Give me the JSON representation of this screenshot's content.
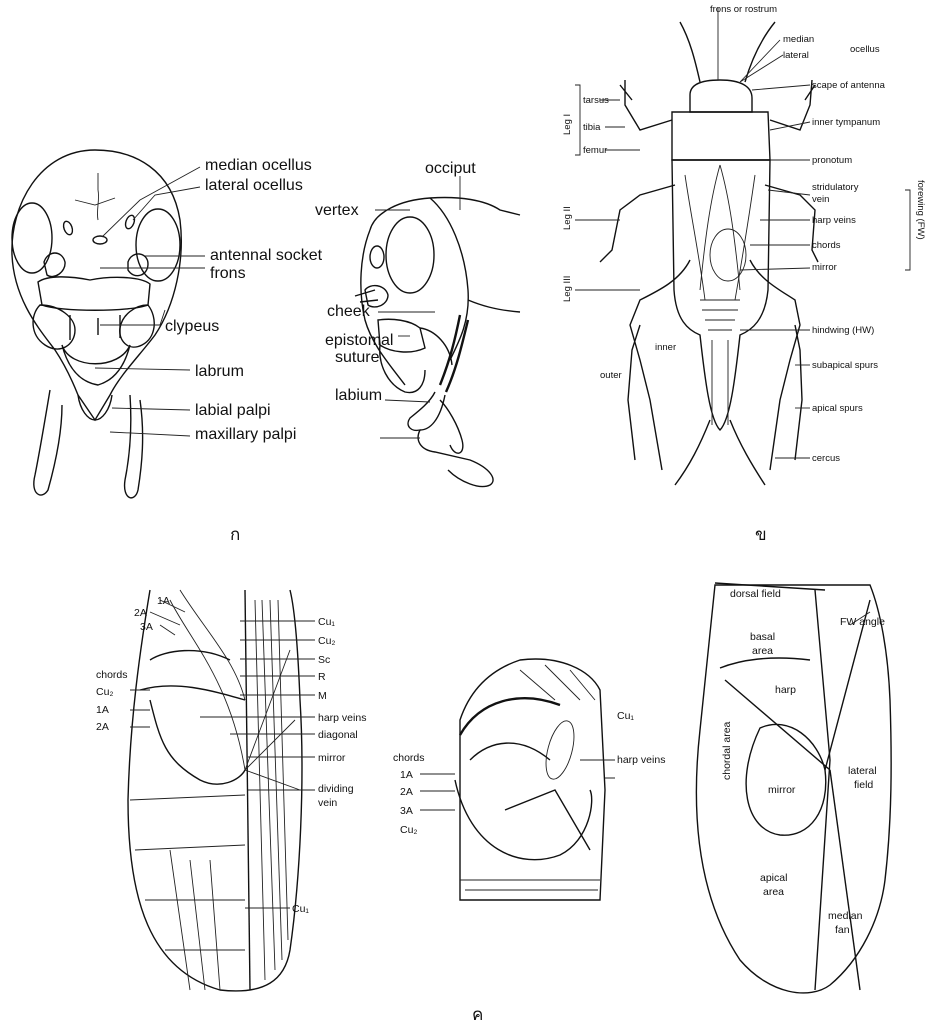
{
  "panels": {
    "a": "ก",
    "b": "ข",
    "c": "ค"
  },
  "head": {
    "median_ocellus": "median ocellus",
    "lateral_ocellus": "lateral ocellus",
    "antennal_socket": "antennal socket",
    "frons": "frons",
    "clypeus": "clypeus",
    "epistomal_1": "epistomal",
    "epistomal_2": "suture",
    "labrum": "labrum",
    "labium": "labium",
    "labial_palpi": "labial palpi",
    "maxillary_palpi": "maxillary palpi",
    "occiput": "occiput",
    "vertex": "vertex",
    "cheek": "cheek"
  },
  "cricket": {
    "frons_rostrum": "frons or rostrum",
    "median": "median",
    "lateral": "lateral",
    "ocellus": "ocellus",
    "scape": "scape of antenna",
    "inner_tympanum": "inner tympanum",
    "pronotum": "pronotum",
    "stridulatory_1": "stridulatory",
    "stridulatory_2": "vein",
    "harp_veins": "harp veins",
    "chords": "chords",
    "mirror": "mirror",
    "forewing": "forewing (FW)",
    "hindwing": "hindwing (HW)",
    "subapical": "subapical spurs",
    "apical": "apical spurs",
    "cercus": "cercus",
    "tarsus": "tarsus",
    "tibia": "tibia",
    "femur": "femur",
    "leg1": "Leg I",
    "leg2": "Leg II",
    "leg3": "Leg III",
    "inner": "inner",
    "outer": "outer"
  },
  "wing1": {
    "a1": "1A",
    "a2": "2A",
    "a3": "3A",
    "chords": "chords",
    "cu2_left": "Cu₂",
    "a1b": "1A",
    "a2b": "2A",
    "cu1": "Cu₁",
    "cu2": "Cu₂",
    "sc": "Sc",
    "r": "R",
    "m": "M",
    "harp": "harp veins",
    "diagonal": "diagonal",
    "mirror": "mirror",
    "dividing_1": "dividing",
    "dividing_2": "vein",
    "cu1_bottom": "Cu₁"
  },
  "wing2": {
    "chords": "chords",
    "a1": "1A",
    "a2": "2A",
    "a3": "3A",
    "cu2": "Cu₂",
    "cu1": "Cu₁",
    "harp": "harp veins"
  },
  "wing3": {
    "dorsal": "dorsal field",
    "basal_1": "basal",
    "basal_2": "area",
    "fw_angle": "FW angle",
    "harp": "harp",
    "chordal": "chordal area",
    "mirror": "mirror",
    "lateral_1": "lateral",
    "lateral_2": "field",
    "apical_1": "apical",
    "apical_2": "area",
    "median_1": "median",
    "median_2": "fan"
  }
}
